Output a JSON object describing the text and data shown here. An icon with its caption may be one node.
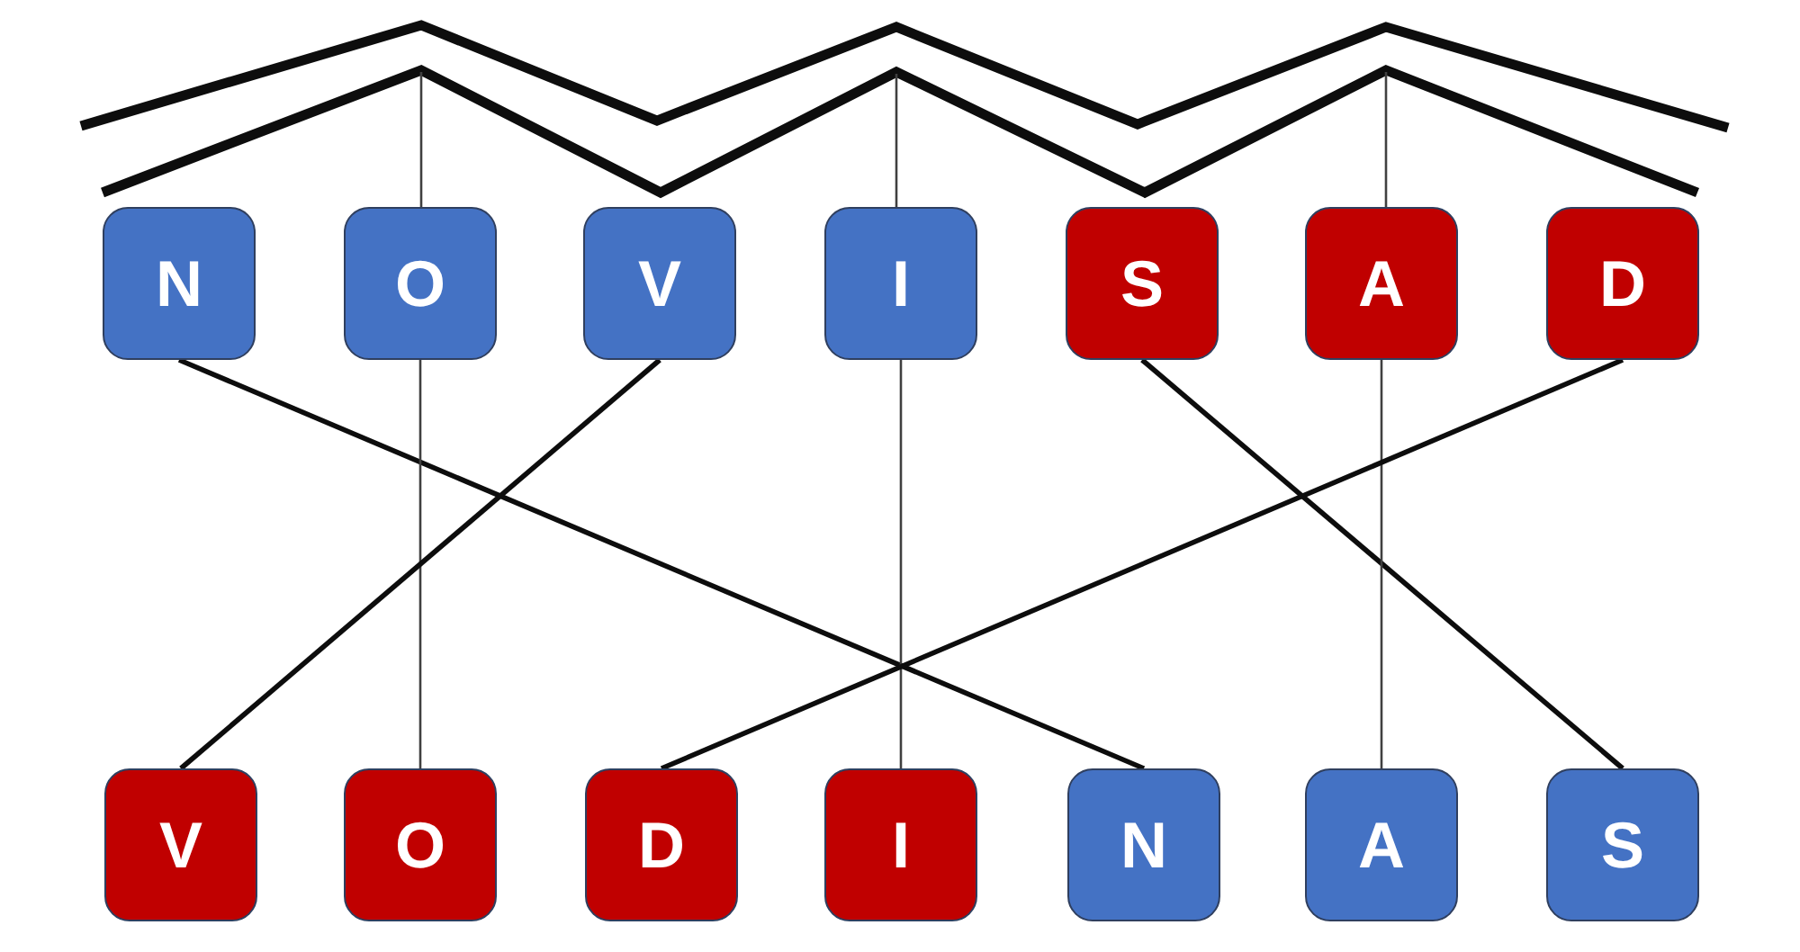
{
  "diagram": {
    "nodes": [
      {
        "text": [
          "N"
        ]
      },
      {
        "text": [
          "O"
        ]
      },
      {
        "text": [
          "V"
        ]
      },
      {
        "text": [
          "I"
        ]
      },
      {
        "text": [
          "S"
        ]
      },
      {
        "text": [
          "A"
        ]
      },
      {
        "text": [
          "D"
        ]
      },
      {
        "text": [
          "V"
        ]
      },
      {
        "text": [
          "O"
        ]
      },
      {
        "text": [
          "D"
        ]
      },
      {
        "text": [
          "I"
        ]
      },
      {
        "text": [
          "N"
        ]
      },
      {
        "text": [
          "A"
        ]
      },
      {
        "text": [
          "S"
        ]
      }
    ],
    "edges": [
      {
        "from": 0,
        "to": 11,
        "arrow": "none"
      },
      {
        "from": 1,
        "to": 8,
        "arrow": "none",
        "color": "#404040"
      },
      {
        "from": 2,
        "to": 7,
        "arrow": "none"
      },
      {
        "from": 3,
        "to": 10,
        "arrow": "none",
        "color": "#404040"
      },
      {
        "from": 4,
        "to": 13,
        "arrow": "none"
      },
      {
        "from": 5,
        "to": 12,
        "arrow": "none",
        "color": "#404040"
      },
      {
        "from": 6,
        "to": 9,
        "arrow": "none"
      }
    ]
  }
}
